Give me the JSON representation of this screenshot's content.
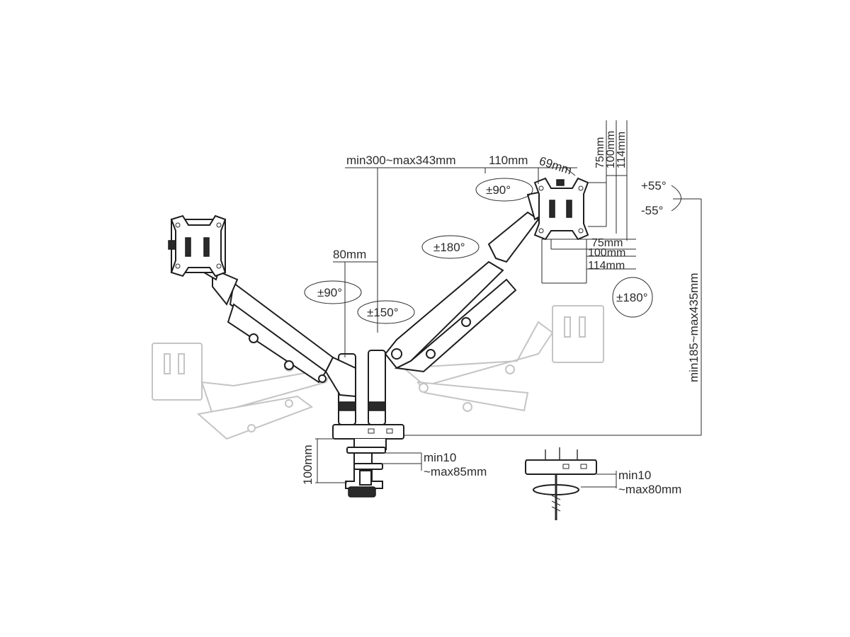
{
  "dimensions": {
    "reach": "min300~max343mm",
    "vesa_offset": "110mm",
    "head_offset": "69mm",
    "pole_offset": "80mm",
    "vesa_v_75": "75mm",
    "vesa_v_100": "100mm",
    "vesa_v_114": "114mm",
    "vesa_h_75": "75mm",
    "vesa_h_100": "100mm",
    "vesa_h_114": "114mm",
    "height_range": "min185~max435mm",
    "clamp_height": "100mm",
    "clamp_min": "min10",
    "clamp_max": "~max85mm",
    "grommet_min": "min10",
    "grommet_max": "~max80mm"
  },
  "rotations": {
    "tilt_up": "+55°",
    "tilt_down": "-55°",
    "swivel_head_right": "±90°",
    "swivel_arm_right": "±180°",
    "swivel_arm_left": "±90°",
    "swivel_base": "±150°",
    "rotate_screen": "±180°"
  }
}
